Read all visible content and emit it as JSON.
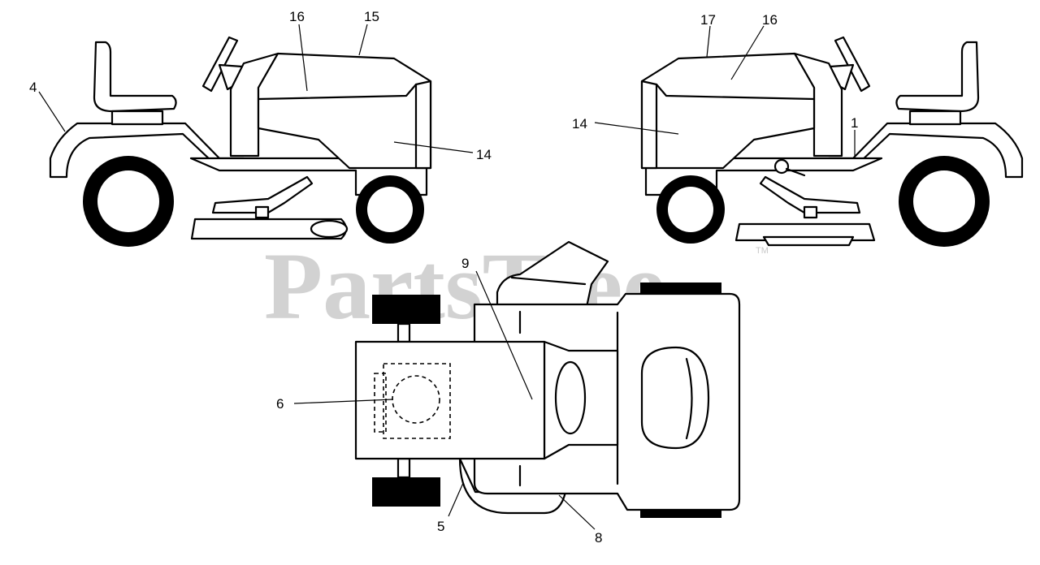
{
  "watermark": {
    "text": "PartsTree",
    "trademark": "TM"
  },
  "callouts": {
    "left_4": "4",
    "left_16": "16",
    "left_15": "15",
    "left_14": "14",
    "right_17": "17",
    "right_16": "16",
    "right_14": "14",
    "right_1": "1",
    "top_9": "9",
    "top_6": "6",
    "top_5": "5",
    "top_8": "8"
  }
}
